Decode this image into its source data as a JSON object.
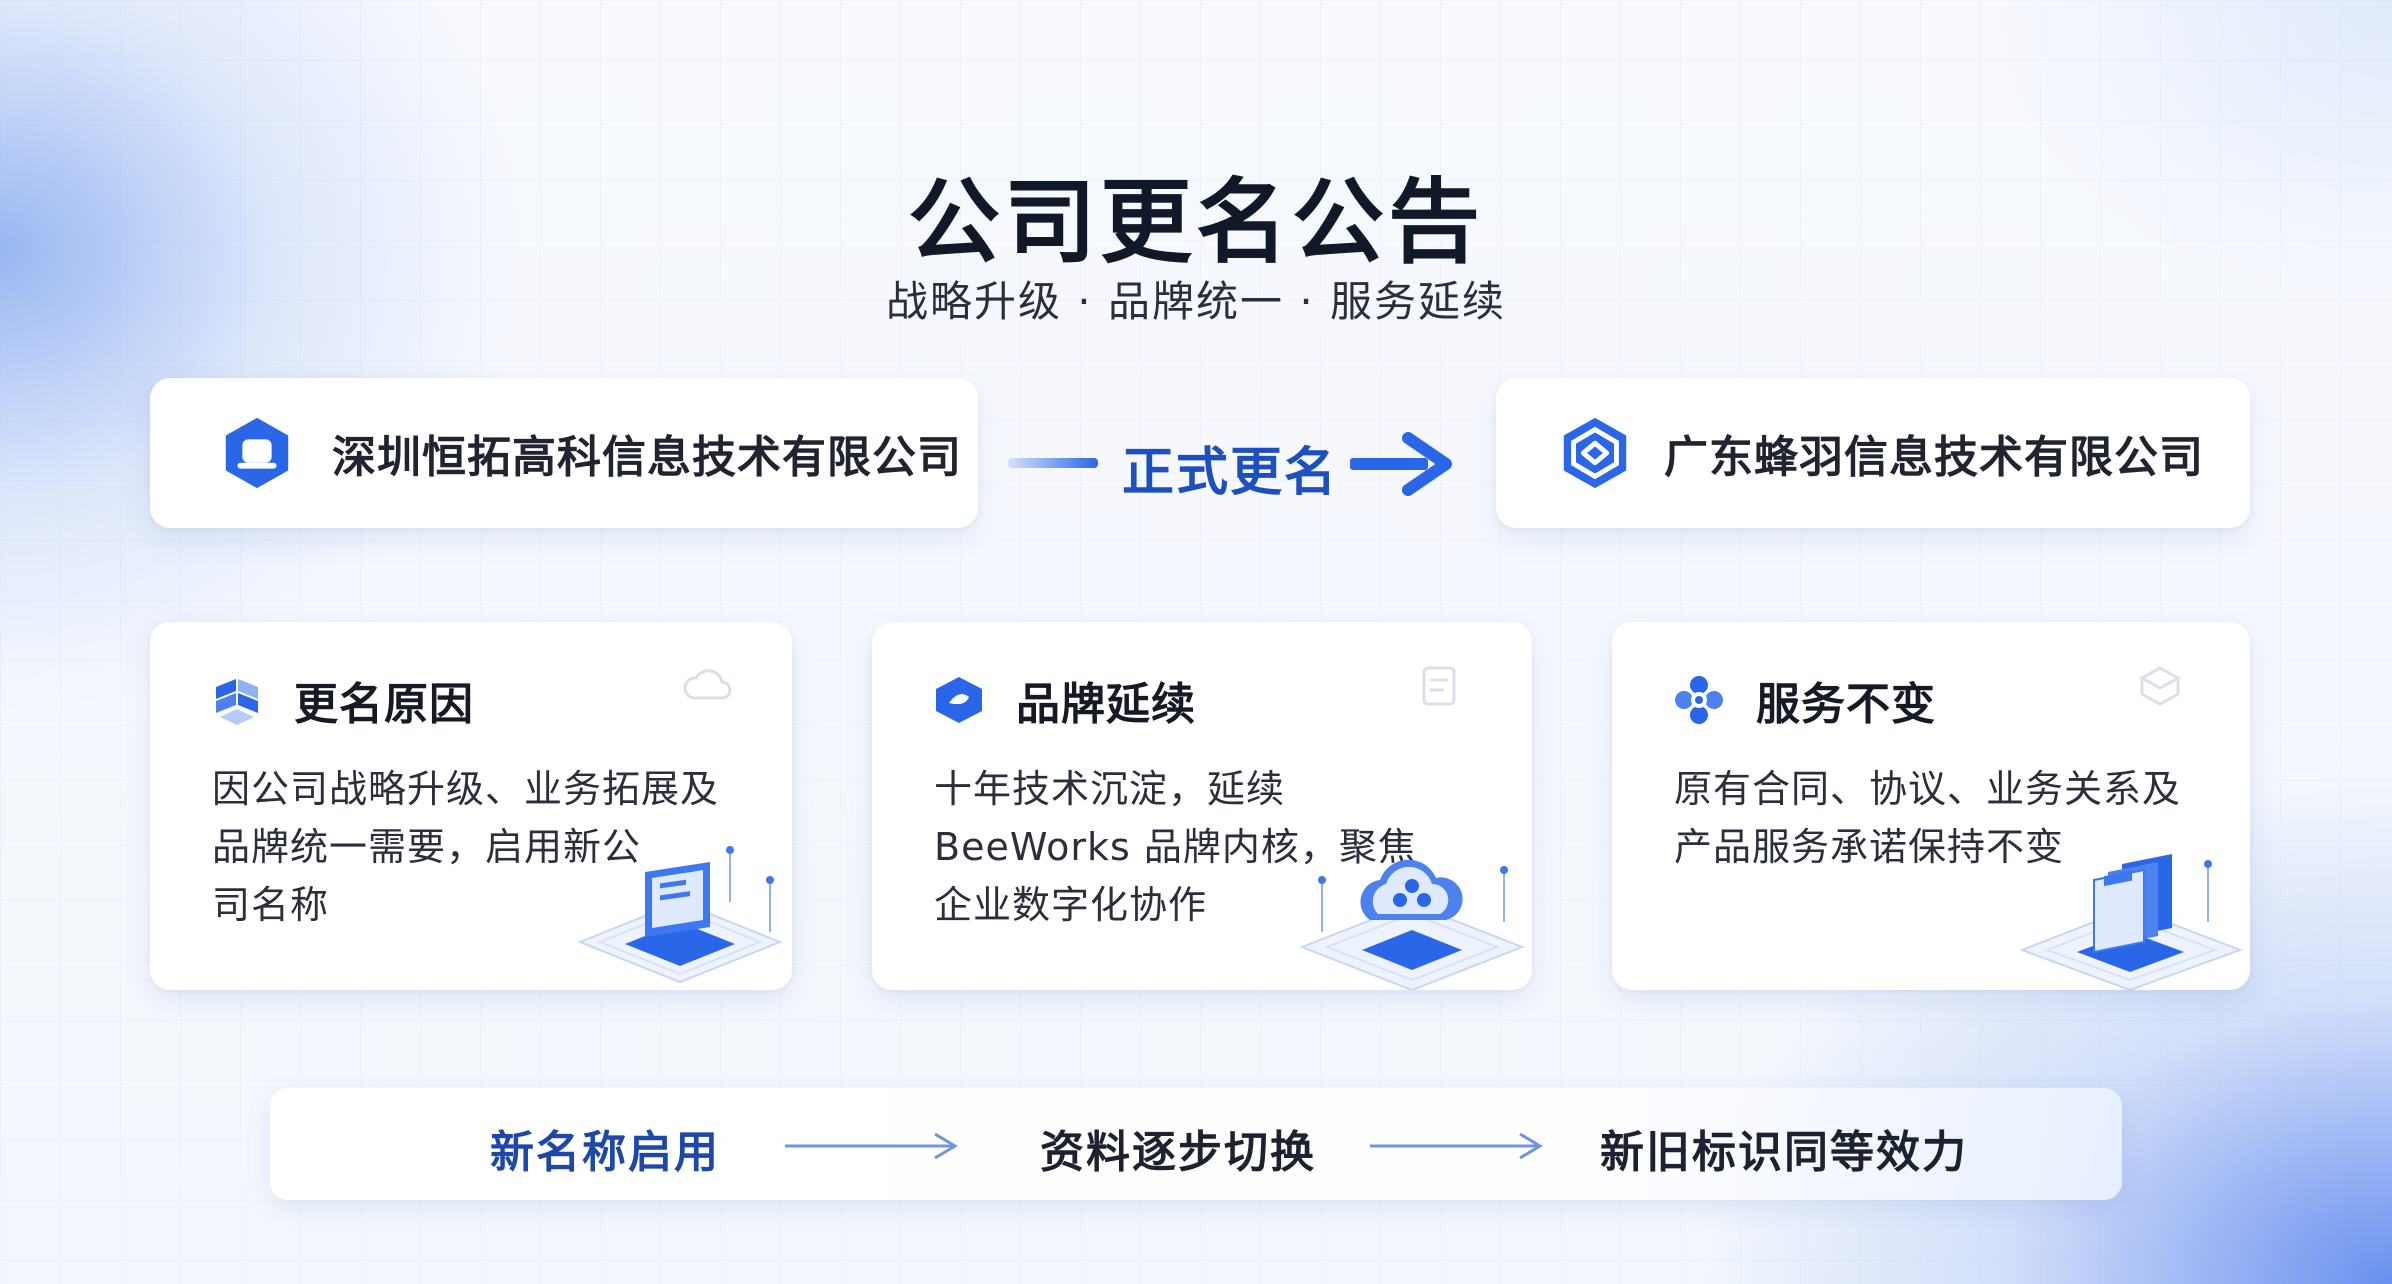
{
  "header": {
    "title": "公司更名公告",
    "subtitle": "战略升级 · 品牌统一 · 服务延续"
  },
  "change": {
    "old_name": "深圳恒拓高科信息技术有限公司",
    "transition_label": "正式更名",
    "new_name": "广东蜂羽信息技术有限公司"
  },
  "cards": [
    {
      "title": "更名原因",
      "lines": [
        "因公司战略升级、业务拓展及",
        "品牌统一需要，启用新公",
        "司名称"
      ]
    },
    {
      "title": "品牌延续",
      "lines": [
        "十年技术沉淀，延续",
        "BeeWorks 品牌内核，聚焦",
        "企业数字化协作"
      ]
    },
    {
      "title": "服务不变",
      "lines": [
        "原有合同、协议、业务关系及",
        "产品服务承诺保持不变"
      ]
    }
  ],
  "flow": {
    "steps": [
      "新名称启用",
      "资料逐步切换",
      "新旧标识同等效力"
    ]
  },
  "colors": {
    "accent": "#2a66e8",
    "accent_dark": "#1c4fbf",
    "text": "#1f2430"
  },
  "icons": {
    "old_logo": "hexagon-chat-icon",
    "new_logo": "hexagon-diamond-icon",
    "card_1": "layered-stack-icon",
    "card_2": "shield-link-icon",
    "card_3": "flower-gear-icon"
  }
}
